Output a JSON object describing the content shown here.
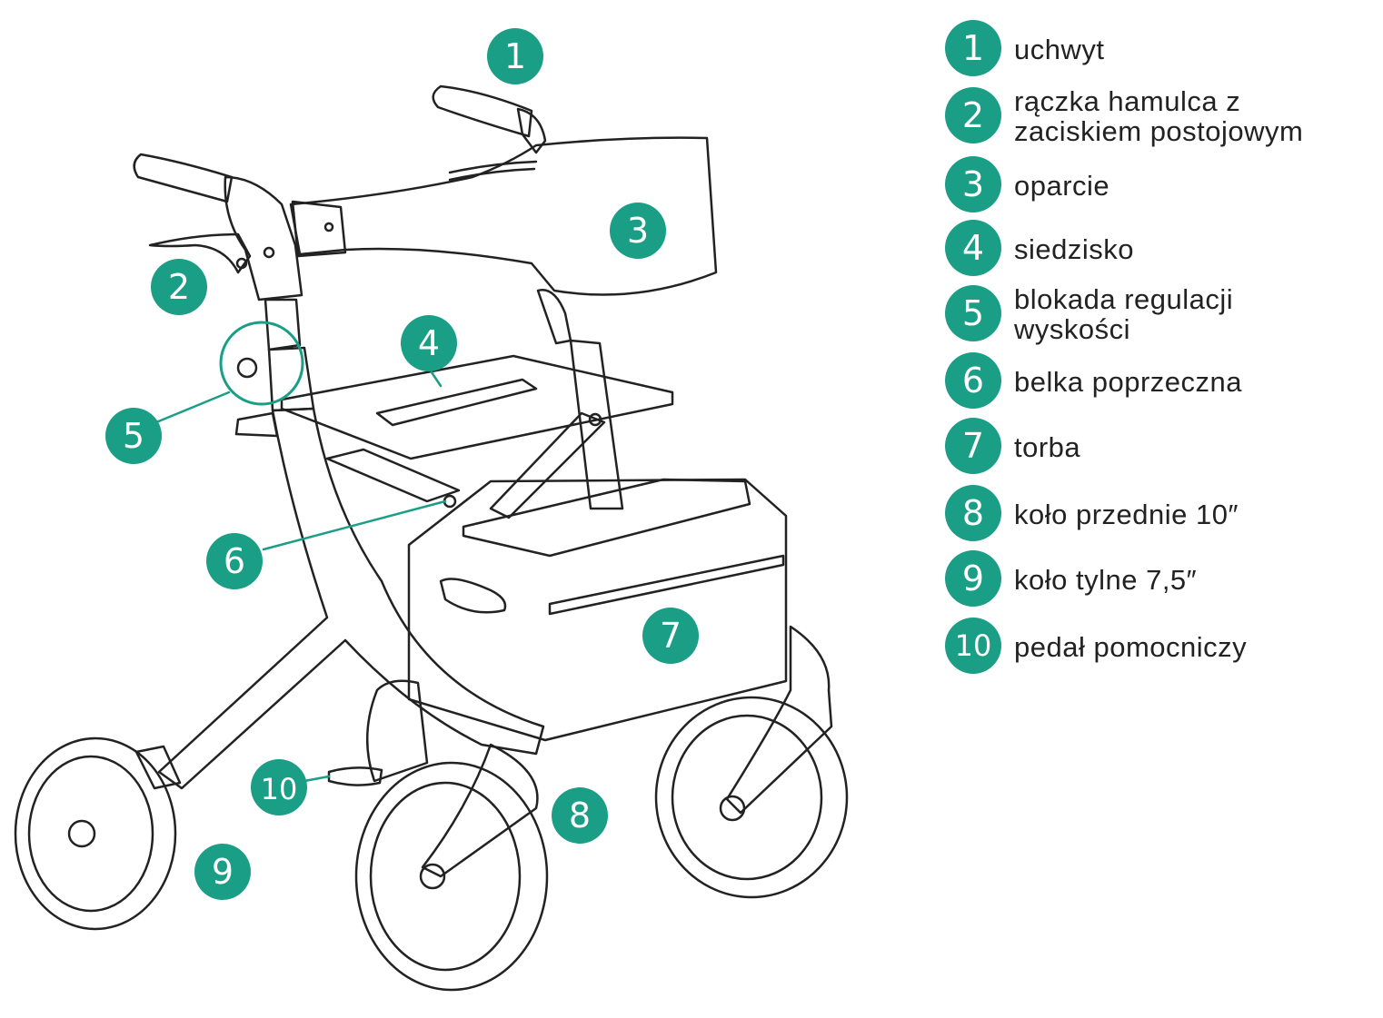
{
  "colors": {
    "accent": "#1a9e86",
    "line": "#222222",
    "background": "#ffffff"
  },
  "callouts": [
    {
      "num": "1",
      "label": "uchwyt"
    },
    {
      "num": "2",
      "label": "rączka hamulca z\nzaciskiem postojowym"
    },
    {
      "num": "3",
      "label": "oparcie"
    },
    {
      "num": "4",
      "label": "siedzisko"
    },
    {
      "num": "5",
      "label": "blokada regulacji\nwyskości"
    },
    {
      "num": "6",
      "label": "belka poprzeczna"
    },
    {
      "num": "7",
      "label": "torba"
    },
    {
      "num": "8",
      "label": "koło przednie 10″"
    },
    {
      "num": "9",
      "label": "koło tylne 7,5″"
    },
    {
      "num": "10",
      "label": "pedał pomocniczy"
    }
  ]
}
